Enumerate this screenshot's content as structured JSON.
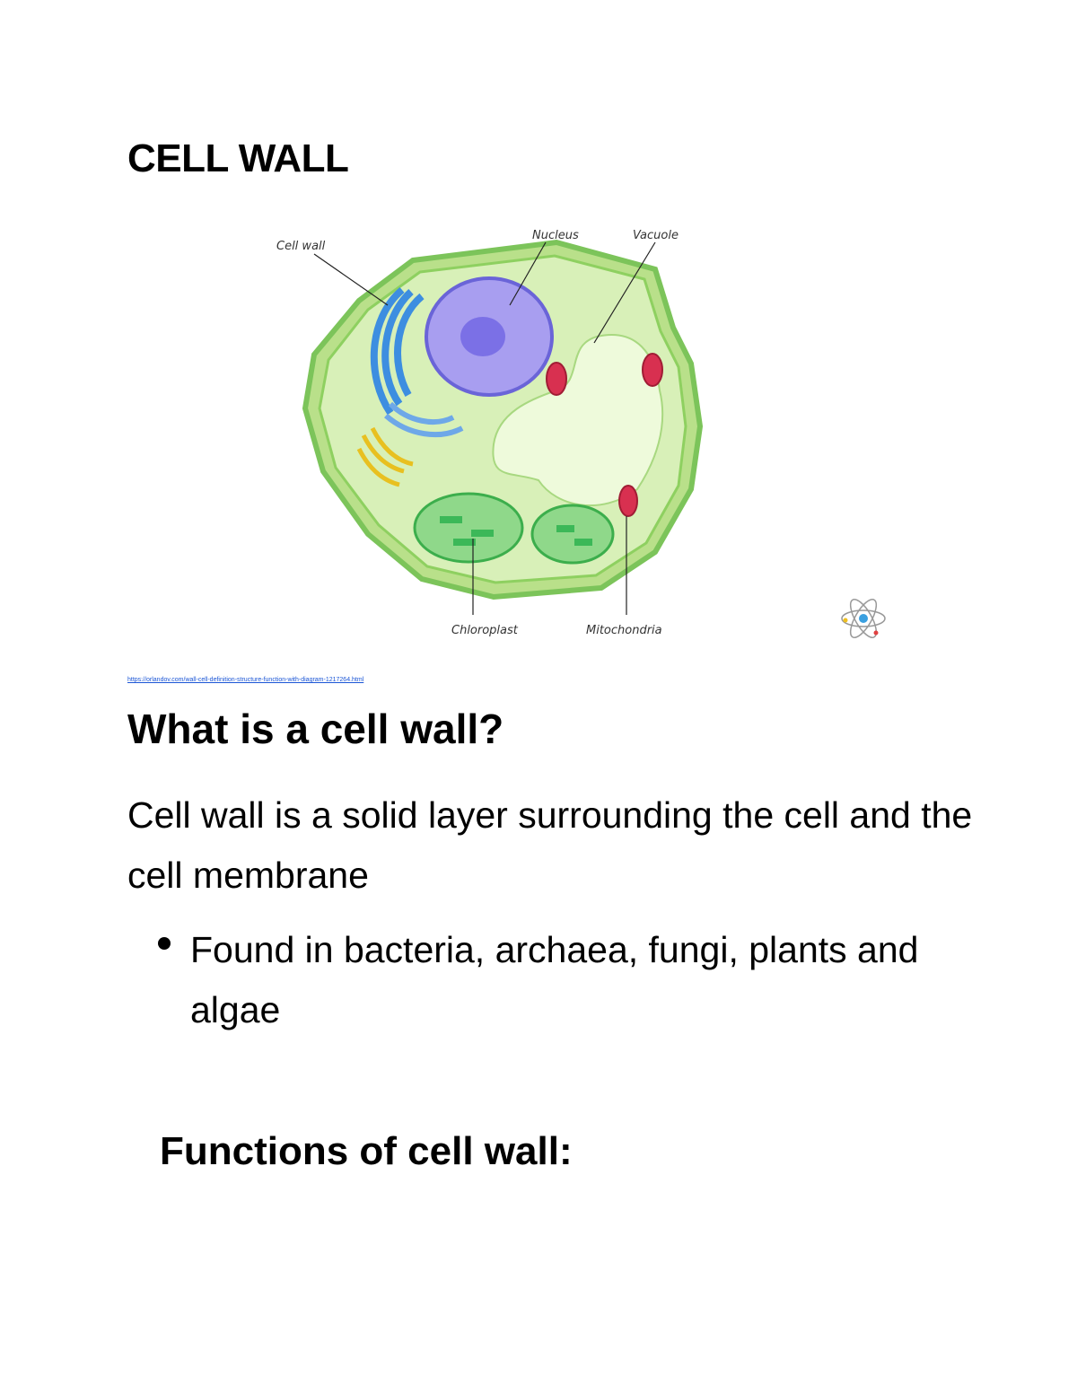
{
  "title": "CELL WALL",
  "diagram": {
    "labels": {
      "cell_wall": "Cell wall",
      "nucleus": "Nucleus",
      "vacuole": "Vacuole",
      "chloroplast": "Chloroplast",
      "mitochondria": "Mitochondria"
    },
    "logo_icon": "atom-icon"
  },
  "source_link": "https://orlandov.com/wall-cell-definition-structure-function-with-diagram-1217264.html",
  "section1": {
    "heading": "What is a cell wall?",
    "paragraph": "Cell wall is a solid layer surrounding the cell and the cell membrane",
    "bullets": [
      "Found in bacteria, archaea, fungi, plants and algae"
    ]
  },
  "section2": {
    "heading": "Functions of cell wall:"
  }
}
